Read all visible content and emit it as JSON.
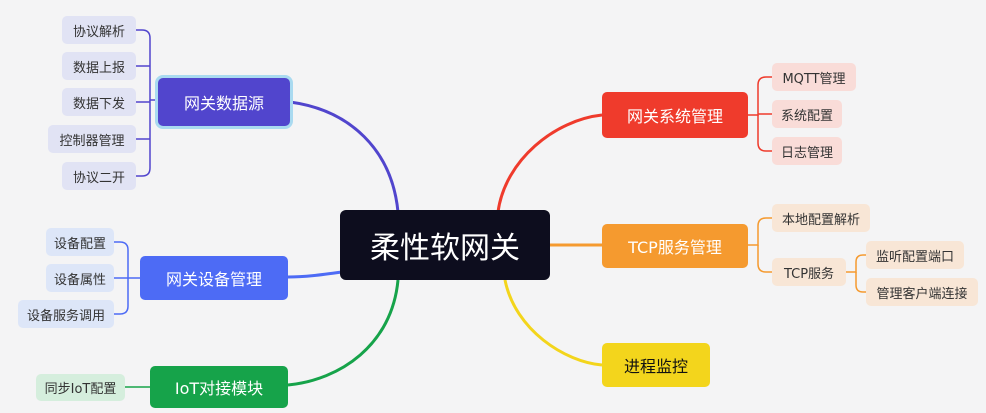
{
  "root": "柔性软网关",
  "branches": {
    "datasource": {
      "label": "网关数据源",
      "items": [
        "协议解析",
        "数据上报",
        "数据下发",
        "控制器管理",
        "协议二开"
      ],
      "color": "#5145cd"
    },
    "device": {
      "label": "网关设备管理",
      "items": [
        "设备配置",
        "设备属性",
        "设备服务调用"
      ],
      "color": "#4d6bf5"
    },
    "iot": {
      "label": "IoT对接模块",
      "items": [
        "同步IoT配置"
      ],
      "color": "#16a34a"
    },
    "system": {
      "label": "网关系统管理",
      "items": [
        "MQTT管理",
        "系统配置",
        "日志管理"
      ],
      "color": "#ef3b2c"
    },
    "tcp": {
      "label": "TCP服务管理",
      "items": [
        "本地配置解析",
        "TCP服务"
      ],
      "sub_items": [
        "监听配置端口",
        "管理客户端连接"
      ],
      "color": "#f59a2f"
    },
    "monitor": {
      "label": "进程监控",
      "color": "#f3d51c"
    }
  }
}
